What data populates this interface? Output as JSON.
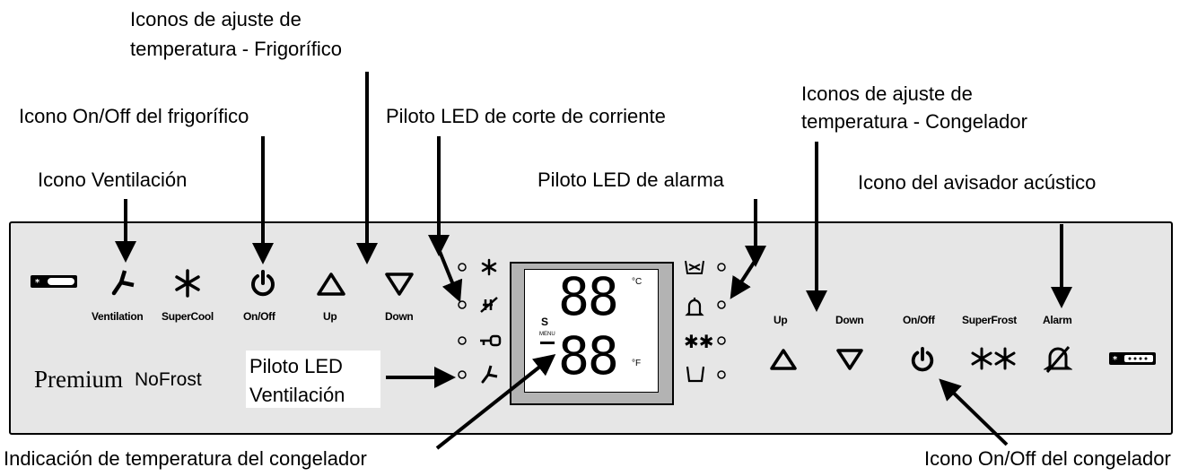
{
  "annotations": {
    "fridge_temp_icons_1": "Iconos de ajuste de",
    "fridge_temp_icons_2": "temperatura - Frigorífico",
    "fridge_onoff": "Icono On/Off del frigorífico",
    "power_cut_led": "Piloto LED de corte de corriente",
    "freezer_temp_icons_1": "Iconos de ajuste de",
    "freezer_temp_icons_2": "temperatura - Congelador",
    "ventilation_icon": "Icono Ventilación",
    "alarm_led": "Piloto LED de alarma",
    "buzzer_icon": "Icono del avisador acústico",
    "ventilation_led_1": "Piloto LED",
    "ventilation_led_2": "Ventilación",
    "freezer_temp_display": "Indicación de temperatura del congelador",
    "freezer_onoff": "Icono On/Off del congelador"
  },
  "panel": {
    "brand_premium": "Premium",
    "brand_nofrost": "NoFrost",
    "left_labels": {
      "ventilation": "Ventilation",
      "supercool": "SuperCool",
      "onoff": "On/Off",
      "up": "Up",
      "down": "Down"
    },
    "right_labels": {
      "up": "Up",
      "down": "Down",
      "onoff": "On/Off",
      "superfrost": "SuperFrost",
      "alarm": "Alarm"
    },
    "display": {
      "top_digits": "88",
      "bottom_digits": "88",
      "celsius": "°C",
      "fahrenheit": "°F",
      "s_indicator": "S",
      "menu_indicator": "MENU"
    }
  }
}
